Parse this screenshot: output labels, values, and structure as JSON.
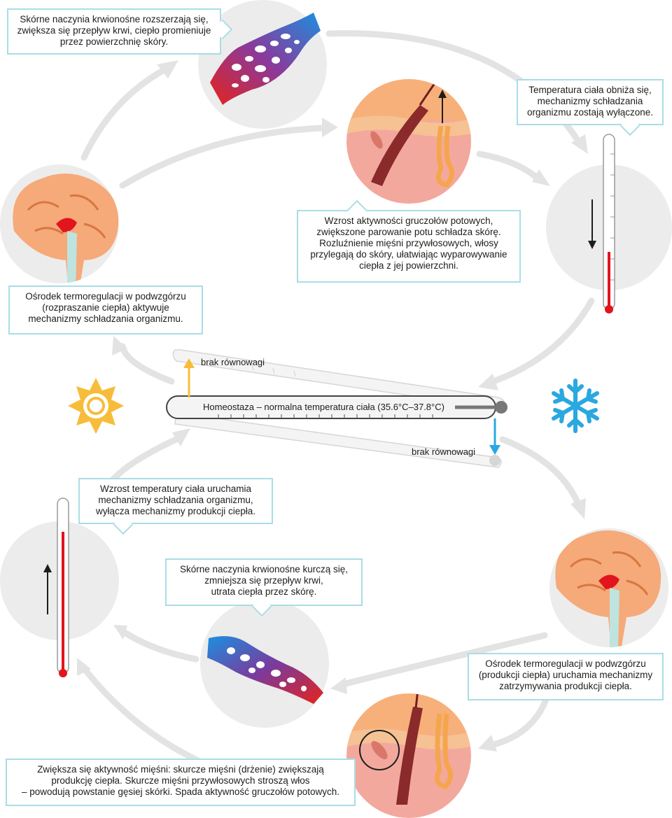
{
  "callouts": {
    "skin_vessels_dilate": [
      "Skórne naczynia krwionośne rozszerzają się,",
      "zwiększa się przepływ krwi, ciepło promieniuje",
      "przez powierzchnię skóry."
    ],
    "temp_drops": [
      "Temperatura ciała obniża się,",
      "mechanizmy schładzania",
      "organizmu zostają wyłączone."
    ],
    "sweat_glands": [
      "Wzrost aktywności gruczołów potowych,",
      "zwiększone parowanie potu schładza skórę.",
      "Rozluźnienie mięśni przywłosowych, włosy",
      "przylegają do skóry, ułatwiając wyparowywanie",
      "ciepła z jej powierzchni."
    ],
    "center_dissipation": [
      "Ośrodek termoregulacji w podwzgórzu",
      "(rozpraszanie ciepła) aktywuje",
      "mechanizmy schładzania organizmu."
    ],
    "temp_rises": [
      "Wzrost temperatury ciała uruchamia",
      "mechanizmy schładzania organizmu,",
      "wyłącza mechanizmy produkcji ciepła."
    ],
    "skin_vessels_constrict": [
      "Skórne naczynia krwionośne kurczą się,",
      "zmniejsza się przepływ krwi,",
      "utrata ciepła przez skórę."
    ],
    "center_production": [
      "Ośrodek termoregulacji w podwzgórzu",
      "(produkcji ciepła) uruchamia mechanizmy",
      "zatrzymywania produkcji ciepła."
    ],
    "muscle_activity": [
      "Zwiększa się aktywność mięśni: skurcze mięśni (drżenie) zwiększają",
      "produkcję ciepła. Skurcze mięśni przywłosowych stroszą włos",
      "– powodują powstanie gęsiej skórki. Spada aktywność gruczołów potowych."
    ]
  },
  "homeostasis_label": "Homeostaza – normalna temperatura ciała (35.6°C–37.8°C)",
  "imbalance_top": "brak równowagi",
  "imbalance_bottom": "brak równowagi",
  "icons": {
    "sun": "sun-icon",
    "snowflake": "snowflake-icon",
    "brain": "brain-icon",
    "thermometer": "thermometer-icon",
    "skin": "skin-cross-section-icon",
    "vessels": "blood-vessels-icon"
  },
  "colors": {
    "callout_border": "#a9dde6",
    "circle_bg": "#ececec",
    "arrow": "#e3e3e3",
    "sun": "#f7bd3a",
    "snow": "#2aa8e0",
    "mercury": "#e2141c",
    "skin_top": "#f7b07a",
    "skin_body": "#f3a89e"
  }
}
